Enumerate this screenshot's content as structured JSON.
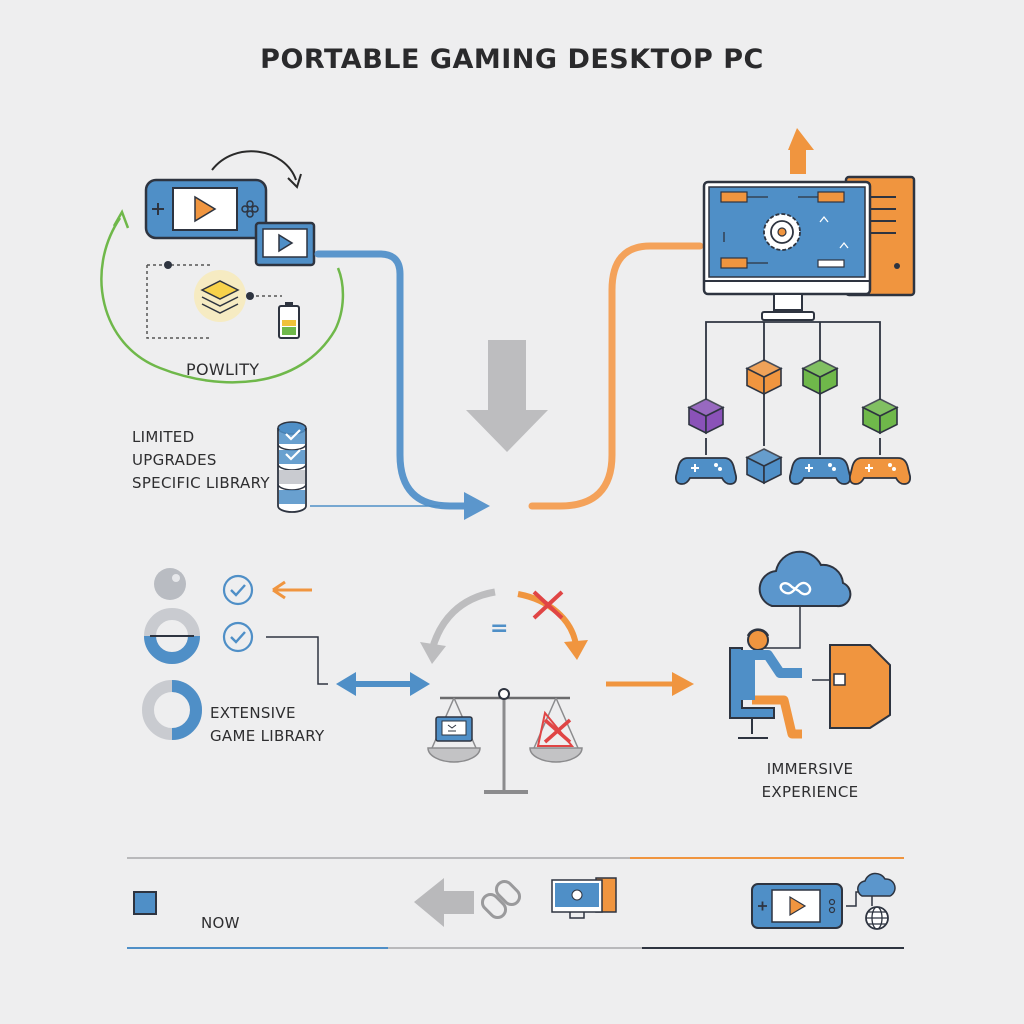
{
  "title": "PORTABLE GAMING DESKTOP PC",
  "labels": {
    "powlity": "POWLITY",
    "limitations": [
      "LIMITED",
      "UPGRADES",
      "SPECIFIC LIBRARY"
    ],
    "extensive": [
      "EXTENSIVE",
      "GAME LIBRARY"
    ],
    "immersive": [
      "IMMERSIVE",
      "EXPERIENCE"
    ],
    "now": "NOW",
    "equals": "="
  },
  "colors": {
    "blue": "#4f8fc7",
    "orange": "#f0953f",
    "green": "#6fb84a",
    "purple": "#8a52b8",
    "gray": "#b9b9bb",
    "dark": "#2e3440",
    "red": "#e04545"
  },
  "icons": [
    "handheld-console-icon",
    "video-tablet-icon",
    "layers-icon",
    "battery-icon",
    "desktop-monitor-icon",
    "pc-tower-icon",
    "gear-icon",
    "cube-icon",
    "gamepad-icon",
    "database-check-icon",
    "user-avatar-icon",
    "donut-chart-icon",
    "checkmark-icon",
    "balance-scale-icon",
    "cross-icon",
    "cloud-infinity-icon",
    "gamer-chair-icon",
    "link-icon",
    "globe-icon"
  ]
}
